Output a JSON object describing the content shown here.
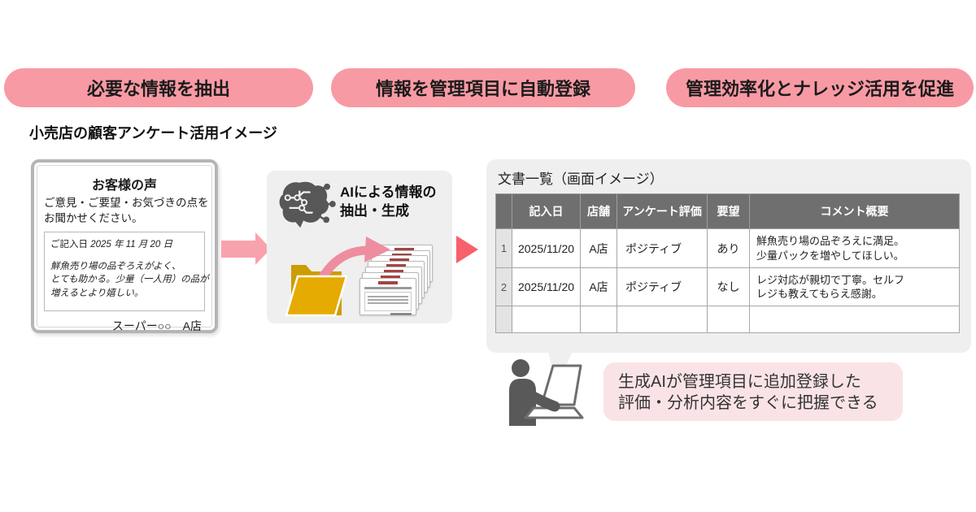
{
  "banners": [
    {
      "label": "必要な情報を抽出"
    },
    {
      "label": "情報を管理項目に自動登録"
    },
    {
      "label": "管理効率化とナレッジ活用を促進"
    }
  ],
  "section_title": "小売店の顧客アンケート活用イメージ",
  "survey_card": {
    "title": "お客様の声",
    "subtitle_line1": "ご意見・ご要望・お気づきの点を",
    "subtitle_line2": "お聞かせください。",
    "date_label": "ご記入日",
    "date_value": "2025 年 11 月 20 日",
    "comment_line1": "鮮魚売り場の品ぞろえがよく、",
    "comment_line2": "とても助かる。少量（一人用）の品が",
    "comment_line3": "増えるとより嬉しい。",
    "footer": "スーパー○○　A店"
  },
  "ai_box": {
    "label_line1": "AIによる情報の",
    "label_line2": "抽出・生成"
  },
  "document_list": {
    "title": "文書一覧（画面イメージ）",
    "table": {
      "headers": [
        "",
        "記入日",
        "店舗",
        "アンケート評価",
        "要望",
        "コメント概要"
      ],
      "rows": [
        {
          "num": "1",
          "date": "2025/11/20",
          "store": "A店",
          "rating": "ポジティブ",
          "request": "あり",
          "comment_line1": "鮮魚売り場の品ぞろえに満足。",
          "comment_line2": "少量パックを増やしてほしい。"
        },
        {
          "num": "2",
          "date": "2025/11/20",
          "store": "A店",
          "rating": "ポジティブ",
          "request": "なし",
          "comment_line1": "レジ対応が親切で丁寧。セルフ",
          "comment_line2": "レジも教えてもらえ感謝。"
        },
        {
          "num": "",
          "date": "",
          "store": "",
          "rating": "",
          "request": "",
          "comment_line1": "",
          "comment_line2": ""
        }
      ]
    }
  },
  "callout": {
    "line1": "生成AIが管理項目に追加登録した",
    "line2": "評価・分析内容をすぐに把握できる"
  },
  "icons": {
    "ai": "brain-circuit-icon",
    "folder": "folder-icon",
    "documents": "document-stack-icon",
    "person": "person-at-laptop-icon",
    "flow_arrow_1": "right-block-arrow-icon",
    "flow_arrow_2": "right-triangle-arrow-icon"
  },
  "colors": {
    "banner_pink": "#f89aa4",
    "block_arrow_pink": "#f8a2ad",
    "triangle_arrow_red": "#f6616c",
    "curved_arrow_pink": "#ef8da0",
    "panel_gray": "#efefef",
    "table_header_gray": "#6f6f6f",
    "folder_gold": "#e5ab00",
    "icon_gray": "#595959",
    "callout_pink": "#fae3e6",
    "card_border_gray": "#b5b5b5"
  }
}
